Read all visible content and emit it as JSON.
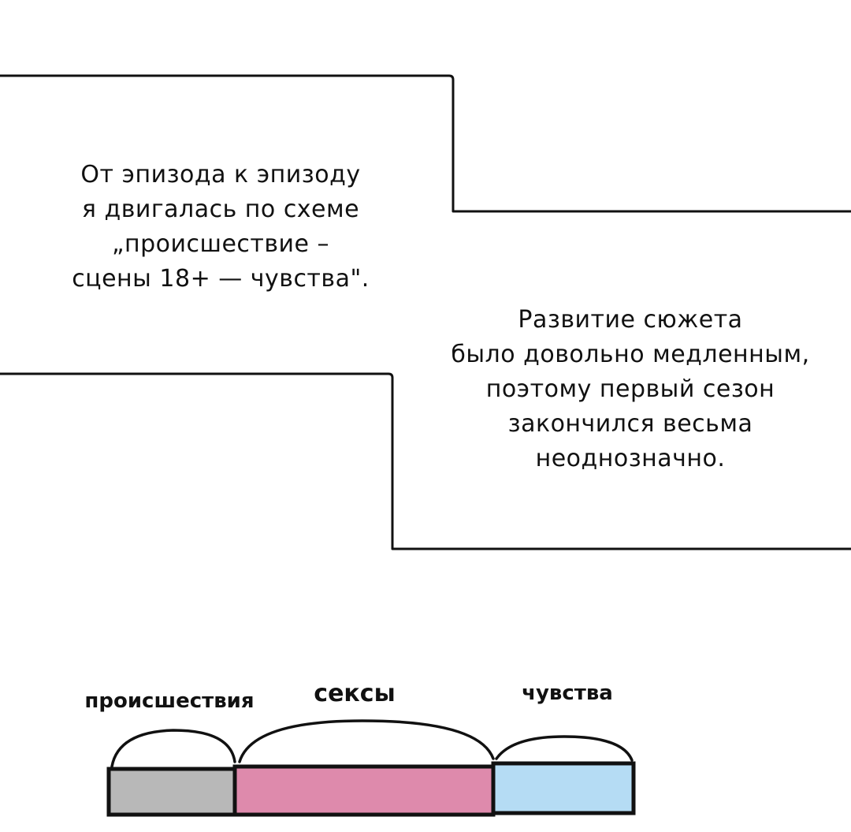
{
  "caption_top": {
    "lines": [
      "От эпизода к эпизоду",
      "я двигалась по схеме",
      "„происшествие –",
      "сцены 18+ — чувства\"."
    ]
  },
  "caption_right": {
    "lines": [
      "Развитие сюжета",
      "было довольно медленным,",
      "поэтому первый сезон",
      "закончился весьма",
      "неоднозначно."
    ]
  },
  "diagram": {
    "segments": [
      {
        "label": "происшествия",
        "share": 0.24,
        "color": "#b8b8b8"
      },
      {
        "label": "сексы",
        "share": 0.49,
        "color": "#de8aac"
      },
      {
        "label": "чувства",
        "share": 0.27,
        "color": "#b5dcf4"
      }
    ]
  }
}
